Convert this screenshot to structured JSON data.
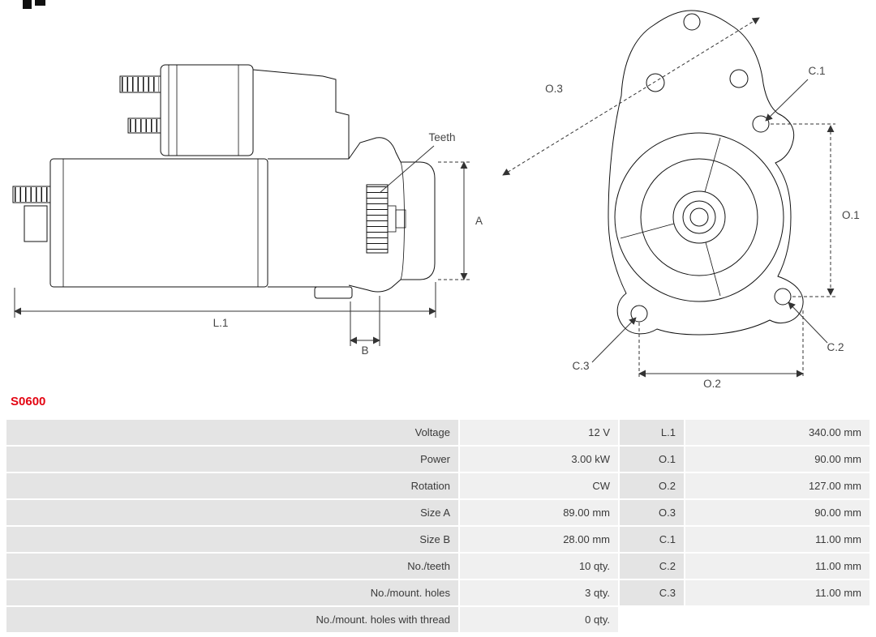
{
  "logo": {
    "label": "AS-PL logo"
  },
  "part": {
    "number": "S0600",
    "accent_color": "#e30613"
  },
  "diagram": {
    "side_labels": {
      "teeth": "Teeth",
      "a": "A",
      "l1": "L.1",
      "b": "B"
    },
    "front_labels": {
      "o3": "O.3",
      "c1": "C.1",
      "o1": "O.1",
      "c2": "C.2",
      "c3": "C.3",
      "o2": "O.2"
    }
  },
  "specs": {
    "rows": [
      {
        "l_label": "Voltage",
        "l_value": "12 V",
        "r_label": "L.1",
        "r_value": "340.00 mm"
      },
      {
        "l_label": "Power",
        "l_value": "3.00 kW",
        "r_label": "O.1",
        "r_value": "90.00 mm"
      },
      {
        "l_label": "Rotation",
        "l_value": "CW",
        "r_label": "O.2",
        "r_value": "127.00 mm"
      },
      {
        "l_label": "Size A",
        "l_value": "89.00 mm",
        "r_label": "O.3",
        "r_value": "90.00 mm"
      },
      {
        "l_label": "Size B",
        "l_value": "28.00 mm",
        "r_label": "C.1",
        "r_value": "11.00 mm"
      },
      {
        "l_label": "No./teeth",
        "l_value": "10 qty.",
        "r_label": "C.2",
        "r_value": "11.00 mm"
      },
      {
        "l_label": "No./mount. holes",
        "l_value": "3 qty.",
        "r_label": "C.3",
        "r_value": "11.00 mm"
      },
      {
        "l_label": "No./mount. holes with thread",
        "l_value": "0 qty.",
        "r_label": "",
        "r_value": ""
      }
    ]
  }
}
